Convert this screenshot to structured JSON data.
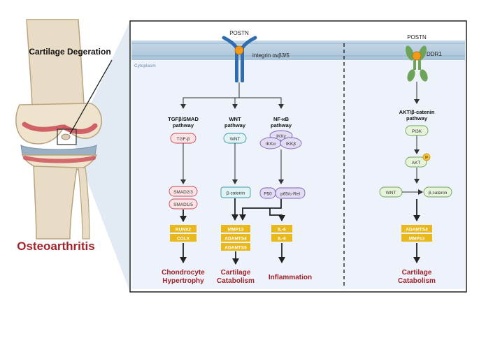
{
  "left_panel": {
    "callout_label": "Cartilage Degeration",
    "disease_title": "Osteoarthritis"
  },
  "membrane": {
    "cytoplasm_label": "Cytoplasm"
  },
  "receptors": {
    "left_ligand": "POSTN",
    "left_receptor": "integrin αvβ3/5",
    "right_ligand": "POSTN",
    "right_receptor": "DDR1"
  },
  "pathways": {
    "tgf": {
      "title_line1": "TGFβ/SMAD",
      "title_line2": "pathway",
      "nodes": [
        "TGF-β",
        "SMAD2/3",
        "SMAD1/5"
      ],
      "targets": [
        "RUNX2",
        "COLX"
      ],
      "outcome_line1": "Chondrocyte",
      "outcome_line2": "Hypertrophy"
    },
    "wnt": {
      "title_line1": "WNT",
      "title_line2": "pathway",
      "nodes": [
        "WNT",
        "β-catenin"
      ],
      "targets": [
        "MMP13",
        "ADAMTS4",
        "ADAMTS5"
      ],
      "outcome_line1": "Cartilage",
      "outcome_line2": "Catabolism"
    },
    "nfkb": {
      "title_line1": "NF-κB",
      "title_line2": "pathway",
      "nodes": [
        "IKKγ",
        "IKKα",
        "IKKβ",
        "P50",
        "p65/c-Rel"
      ],
      "targets": [
        "IL-6",
        "IL-8"
      ],
      "outcome": "Inflammation"
    },
    "akt": {
      "title_line1": "AKT/β-catenin",
      "title_line2": "pathway",
      "nodes": [
        "PI3K",
        "AKT",
        "P",
        "WNT",
        "β-catenin"
      ],
      "targets": [
        "ADAMTS4",
        "MMP13"
      ],
      "outcome_line1": "Cartilage",
      "outcome_line2": "Catabolism"
    }
  },
  "colors": {
    "outcome_red": "#a3232b",
    "target_gold": "#e8b81c",
    "membrane_blue": "#b9cfe0",
    "receptor_blue": "#2f6db0",
    "ddr1_green": "#6ea45a",
    "ligand_orange": "#f39a1c",
    "panel_bg": "#eef3fb"
  }
}
